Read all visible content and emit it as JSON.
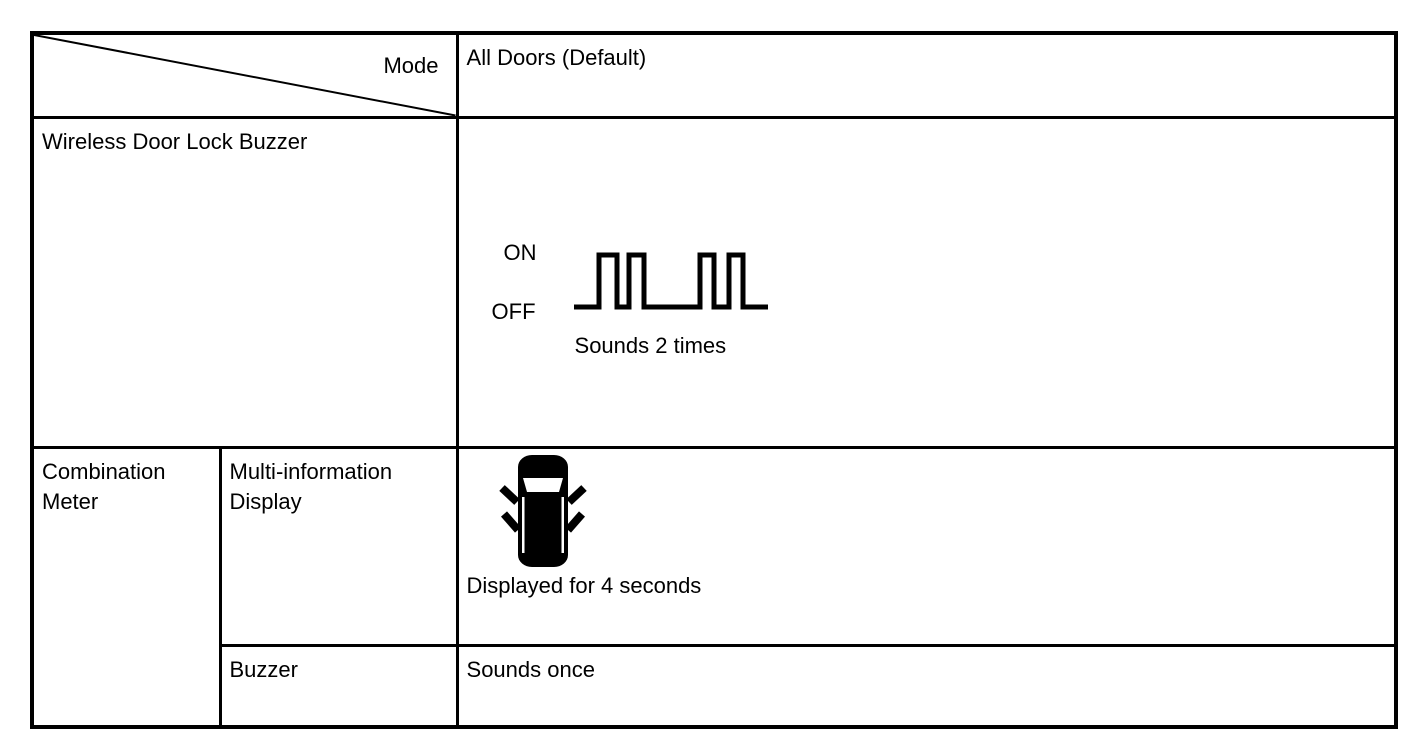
{
  "page": {
    "background": "#ffffff",
    "border_color": "#000000",
    "text_color": "#000000"
  },
  "table": {
    "header": {
      "mode_label": "Mode",
      "mode_value": "All Doors (Default)"
    },
    "wireless_row": {
      "label": "Wireless Door Lock Buzzer",
      "waveform": {
        "type": "buzzer-timing-diagram",
        "on_label": "ON",
        "off_label": "OFF",
        "caption": "Sounds 2 times",
        "pulse_groups": 2,
        "pulses_per_group": 2
      }
    },
    "combination_meter": {
      "label": "Combination Meter",
      "sub_rows": [
        {
          "component": "Multi-information Display",
          "behavior": "Displayed for 4 seconds",
          "icon": "car-doors-open-icon"
        },
        {
          "component": "Buzzer",
          "behavior": "Sounds once"
        }
      ]
    }
  }
}
